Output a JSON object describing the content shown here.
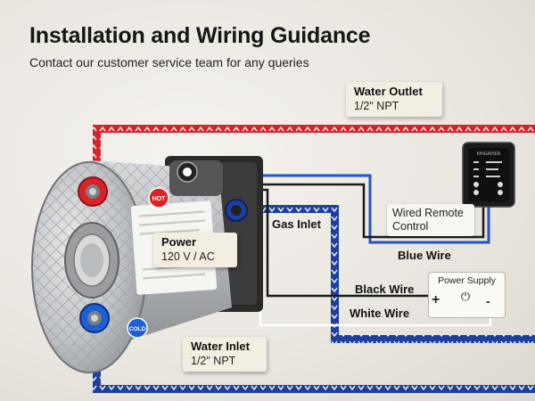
{
  "header": {
    "title": "Installation and Wiring Guidance",
    "subtitle": "Contact our customer service team for any queries"
  },
  "callouts": {
    "water_outlet": {
      "title": "Water Outlet",
      "spec": "1/2\" NPT"
    },
    "water_inlet": {
      "title": "Water Inlet",
      "spec": "1/2\" NPT"
    },
    "power": {
      "title": "Power",
      "spec": "120 V / AC"
    },
    "wired_remote": {
      "line1": "Wired Remote",
      "line2": "Control"
    }
  },
  "labels": {
    "gas_inlet": "Gas Inlet",
    "blue_wire": "Blue Wire",
    "black_wire": "Black Wire",
    "white_wire": "White Wire"
  },
  "power_supply": {
    "title": "Power Supply",
    "plus": "+",
    "minus": "-",
    "power_icon": "power-icon"
  },
  "heater_badges": {
    "hot": "HOT",
    "cold": "COLD"
  },
  "remote": {
    "brand": "KINGAVIER"
  },
  "colors": {
    "hot_line": "#d8232a",
    "cold_line": "#1d3f9e",
    "blue_wire": "#2452c8",
    "black_wire": "#1a1a1a",
    "white_wire": "#ffffff",
    "callout_bg": "#f3eee2"
  }
}
